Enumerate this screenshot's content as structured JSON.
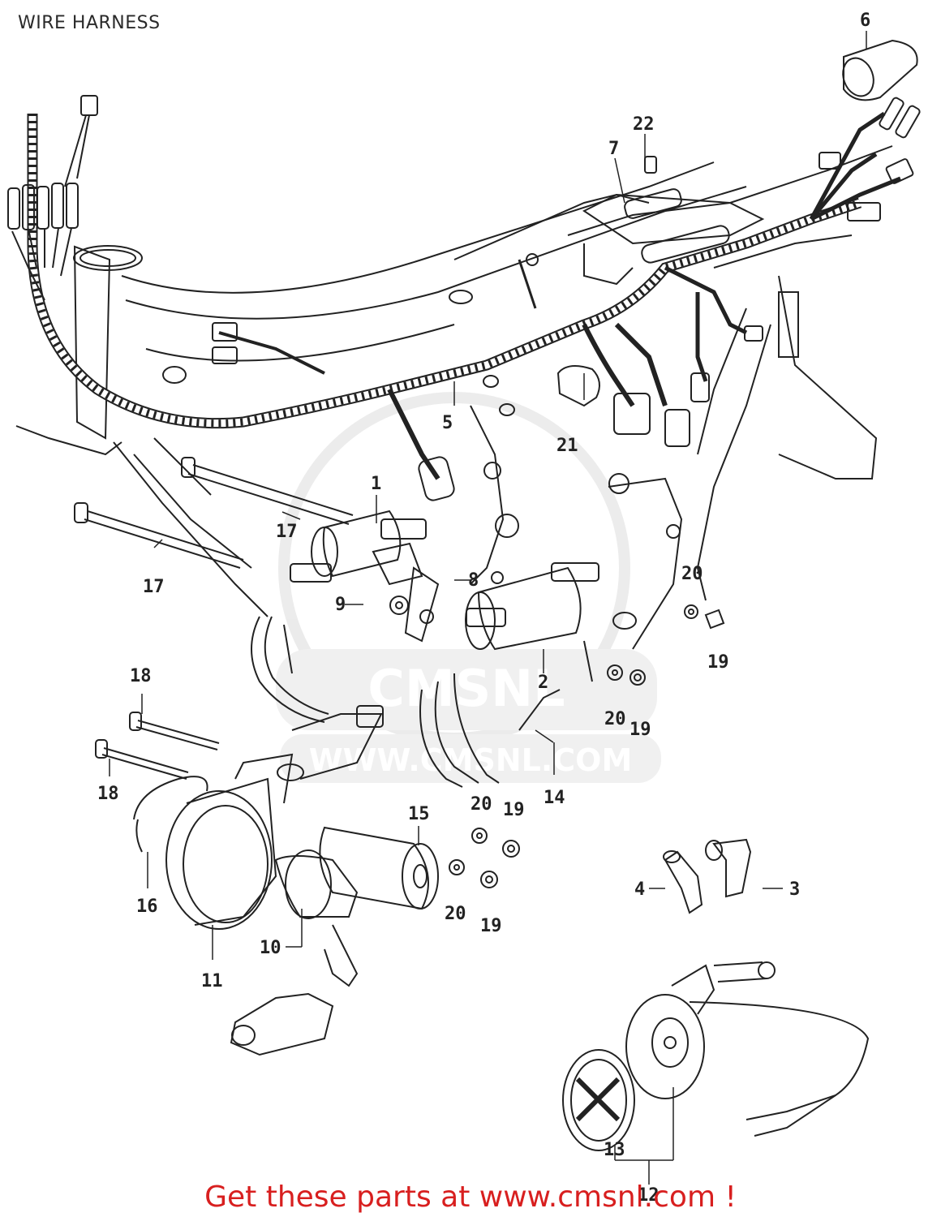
{
  "header": {
    "title": "WIRE HARNESS"
  },
  "watermark": {
    "text": "WWW.CMSNL.COM",
    "badge": "CMSNL"
  },
  "callouts": [
    {
      "id": "c1",
      "label": "1"
    },
    {
      "id": "c2",
      "label": "2"
    },
    {
      "id": "c3",
      "label": "3"
    },
    {
      "id": "c4",
      "label": "4"
    },
    {
      "id": "c5",
      "label": "5"
    },
    {
      "id": "c6",
      "label": "6"
    },
    {
      "id": "c7",
      "label": "7"
    },
    {
      "id": "c8",
      "label": "8"
    },
    {
      "id": "c9",
      "label": "9"
    },
    {
      "id": "c10",
      "label": "10"
    },
    {
      "id": "c11",
      "label": "11"
    },
    {
      "id": "c12",
      "label": "12"
    },
    {
      "id": "c13",
      "label": "13"
    },
    {
      "id": "c14",
      "label": "14"
    },
    {
      "id": "c15",
      "label": "15"
    },
    {
      "id": "c16",
      "label": "16"
    },
    {
      "id": "c17a",
      "label": "17"
    },
    {
      "id": "c17b",
      "label": "17"
    },
    {
      "id": "c18a",
      "label": "18"
    },
    {
      "id": "c18b",
      "label": "18"
    },
    {
      "id": "c19a",
      "label": "19"
    },
    {
      "id": "c19b",
      "label": "19"
    },
    {
      "id": "c19c",
      "label": "19"
    },
    {
      "id": "c19d",
      "label": "19"
    },
    {
      "id": "c20a",
      "label": "20"
    },
    {
      "id": "c20b",
      "label": "20"
    },
    {
      "id": "c20c",
      "label": "20"
    },
    {
      "id": "c20d",
      "label": "20"
    },
    {
      "id": "c21",
      "label": "21"
    },
    {
      "id": "c22",
      "label": "22"
    }
  ],
  "footer": {
    "link_text": "Get these parts at www.cmsnl.com !"
  },
  "colors": {
    "ink": "#222222",
    "link": "#d81f1f",
    "watermark": "#c8c8c8"
  }
}
